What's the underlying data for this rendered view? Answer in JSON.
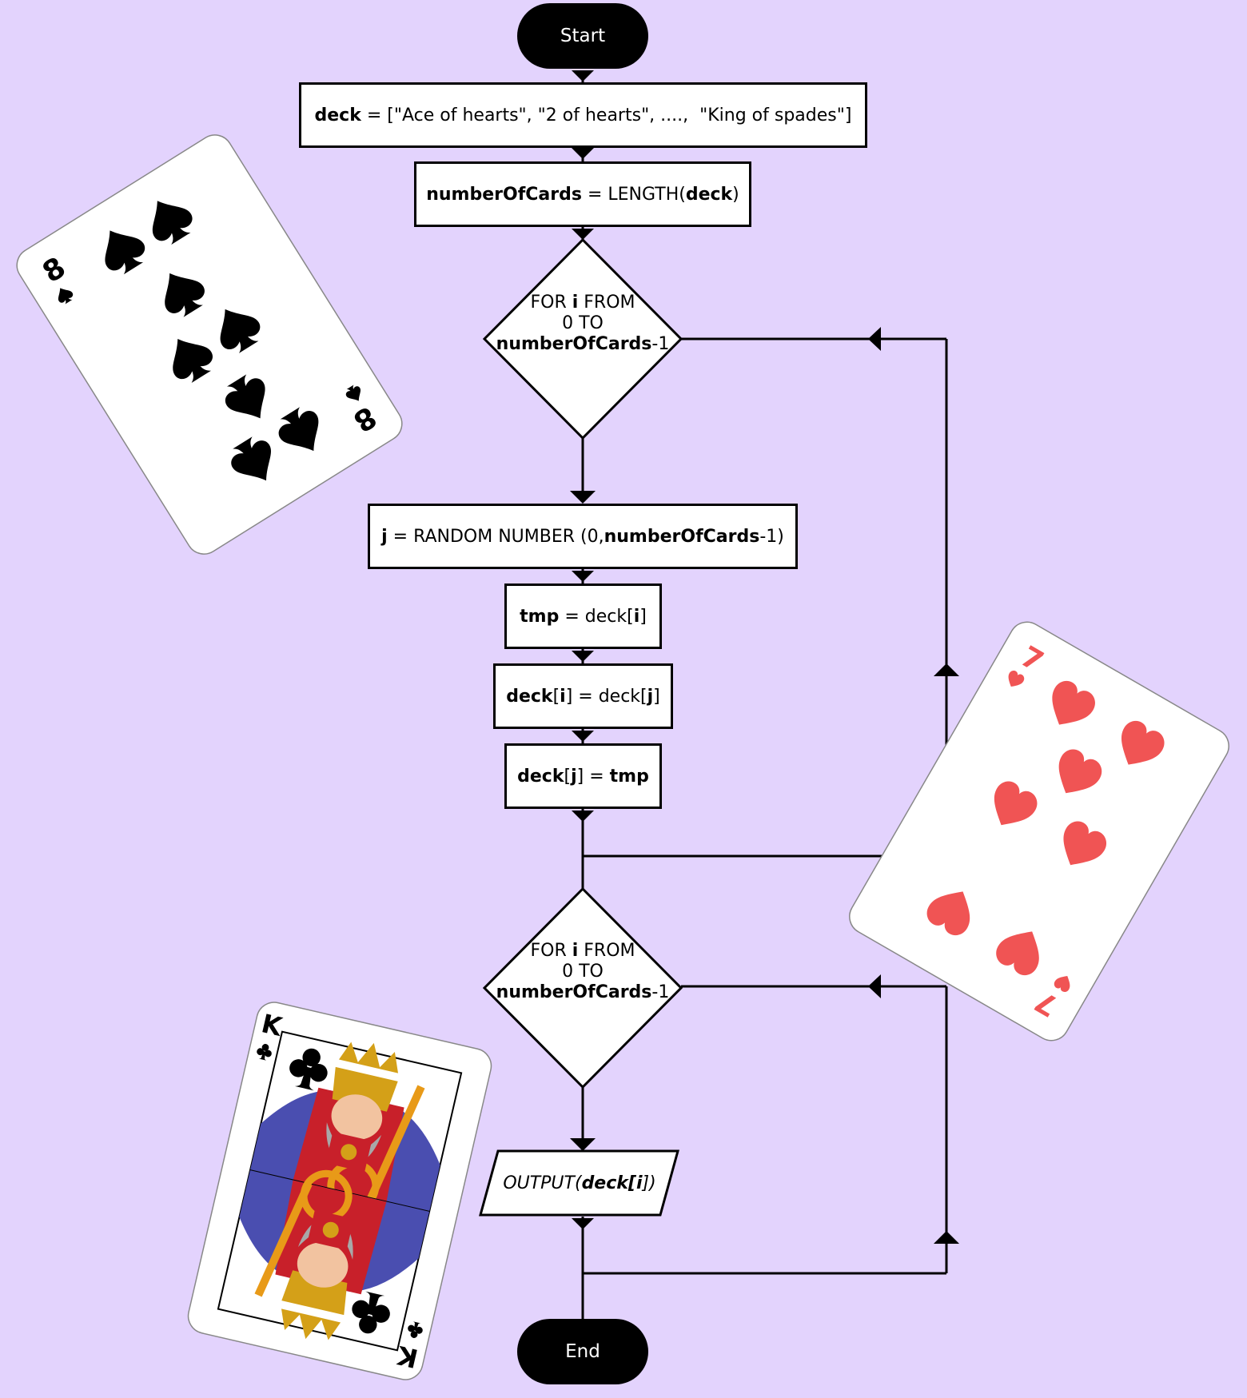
{
  "flow": {
    "start": "Start",
    "end": "End",
    "deck": {
      "var": "deck",
      "op": " = ",
      "value": "[\"Ace of hearts\", \"2 of hearts\", ....,  \"King of spades\"]"
    },
    "count": {
      "var": "numberOfCards",
      "op": " = LENGTH(",
      "arg": "deck",
      "close": ")"
    },
    "loop1": {
      "line1a": "FOR ",
      "line1b": "i",
      "line1c": " FROM",
      "line2": "0 TO",
      "line3a": "numberOfCards",
      "line3b": "-1"
    },
    "random": {
      "var": "j",
      "op": " = RANDOM NUMBER (0,",
      "arg": "numberOfCards",
      "close": "-1)"
    },
    "tmp": {
      "var": "tmp",
      "op": " = deck[",
      "idx": "i",
      "close": "]"
    },
    "swap1": {
      "a": "deck",
      "b": "[",
      "c": "i",
      "d": "] = deck[",
      "e": "j",
      "f": "]"
    },
    "swap2": {
      "a": "deck",
      "b": "[",
      "c": "j",
      "d": "] = ",
      "e": "tmp"
    },
    "loop2": {
      "line1a": "FOR ",
      "line1b": "i",
      "line1c": " FROM",
      "line2": "0 TO",
      "line3a": "numberOfCards",
      "line3b": "-1"
    },
    "output": {
      "a": "OUTPUT(",
      "b": "deck[",
      "c": "i",
      "d": "])"
    }
  },
  "cards": [
    {
      "rank": "8",
      "suit": "spades",
      "color": "#000000"
    },
    {
      "rank": "7",
      "suit": "hearts",
      "color": "#f05454"
    },
    {
      "rank": "K",
      "suit": "clubs",
      "color": "#000000"
    }
  ],
  "colors": {
    "background": "#e3d3fd",
    "line": "#000000",
    "box": "#ffffff"
  }
}
